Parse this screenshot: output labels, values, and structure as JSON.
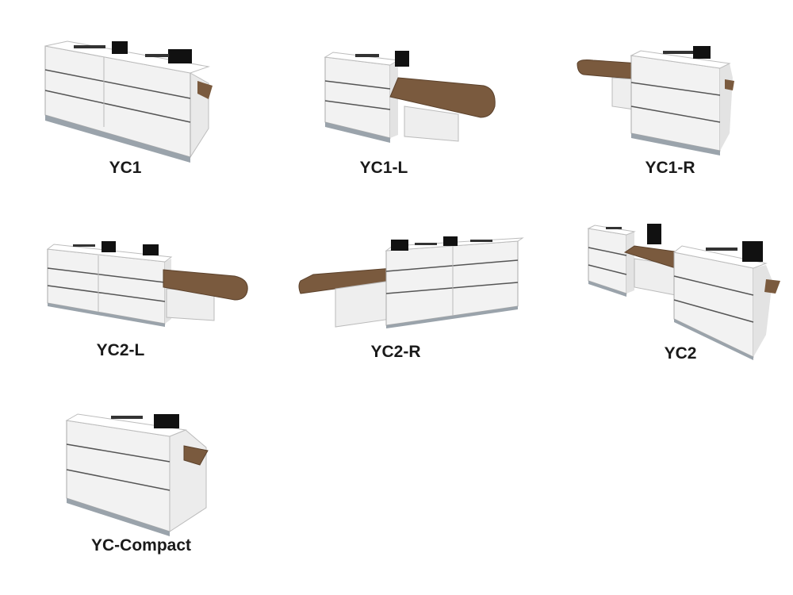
{
  "products": [
    {
      "id": "yc1",
      "label": "YC1"
    },
    {
      "id": "yc1-l",
      "label": "YC1-L"
    },
    {
      "id": "yc1-r",
      "label": "YC1-R"
    },
    {
      "id": "yc2-l",
      "label": "YC2-L"
    },
    {
      "id": "yc2-r",
      "label": "YC2-R"
    },
    {
      "id": "yc2",
      "label": "YC2"
    },
    {
      "id": "yc-compact",
      "label": "YC-Compact"
    }
  ],
  "colors": {
    "panel_white": "#f2f2f2",
    "panel_shade": "#d9d9d9",
    "panel_line": "#555555",
    "wood": "#7a5a3e",
    "wood_edge": "#5b412b",
    "plinth": "#9aa3ab",
    "monitor": "#111111"
  }
}
